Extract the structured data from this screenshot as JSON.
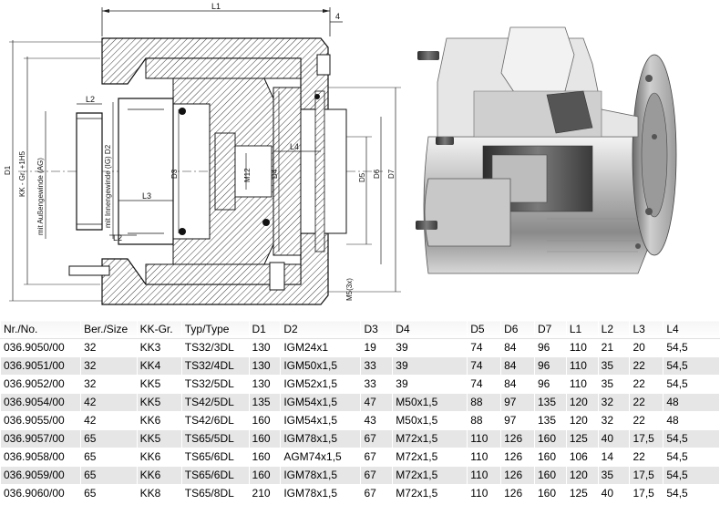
{
  "drawing": {
    "labels": {
      "L1": "L1",
      "L2_top": "L2",
      "L2_bottom": "L2",
      "L3": "L3",
      "L4": "L4",
      "four": "4",
      "D1": "D1",
      "D2_side": "mit Innengewinde (IG) D2",
      "outer_thread": "mit Außengewinde (AG)",
      "KK": "KK - Gr. +1H5",
      "D3": "D3",
      "D4": "D4",
      "D5": "D5",
      "D6": "D6",
      "D7": "D7",
      "M12": "M12",
      "M5": "M5(3x)"
    }
  },
  "table": {
    "headers": [
      "Nr./No.",
      "Ber./Size",
      "KK-Gr.",
      "Typ/Type",
      "D1",
      "D2",
      "D3",
      "D4",
      "D5",
      "D6",
      "D7",
      "L1",
      "L2",
      "L3",
      "L4"
    ],
    "rows": [
      [
        "036.9050/00",
        "32",
        "KK3",
        "TS32/3DL",
        "130",
        "IGM24x1",
        "19",
        "39",
        "74",
        "84",
        "96",
        "110",
        "21",
        "20",
        "54,5"
      ],
      [
        "036.9051/00",
        "32",
        "KK4",
        "TS32/4DL",
        "130",
        "IGM50x1,5",
        "33",
        "39",
        "74",
        "84",
        "96",
        "110",
        "35",
        "22",
        "54,5"
      ],
      [
        "036.9052/00",
        "32",
        "KK5",
        "TS32/5DL",
        "130",
        "IGM52x1,5",
        "33",
        "39",
        "74",
        "84",
        "96",
        "110",
        "35",
        "22",
        "54,5"
      ],
      [
        "036.9054/00",
        "42",
        "KK5",
        "TS42/5DL",
        "135",
        "IGM54x1,5",
        "47",
        "M50x1,5",
        "88",
        "97",
        "135",
        "120",
        "32",
        "22",
        "48"
      ],
      [
        "036.9055/00",
        "42",
        "KK6",
        "TS42/6DL",
        "160",
        "IGM54x1,5",
        "43",
        "M50x1,5",
        "88",
        "97",
        "135",
        "120",
        "32",
        "22",
        "48"
      ],
      [
        "036.9057/00",
        "65",
        "KK5",
        "TS65/5DL",
        "160",
        "IGM78x1,5",
        "67",
        "M72x1,5",
        "110",
        "126",
        "160",
        "125",
        "40",
        "17,5",
        "54,5"
      ],
      [
        "036.9058/00",
        "65",
        "KK6",
        "TS65/6DL",
        "160",
        "AGM74x1,5",
        "67",
        "M72x1,5",
        "110",
        "126",
        "160",
        "106",
        "14",
        "22",
        "54,5"
      ],
      [
        "036.9059/00",
        "65",
        "KK6",
        "TS65/6DL",
        "160",
        "IGM78x1,5",
        "67",
        "M72x1,5",
        "110",
        "126",
        "160",
        "120",
        "35",
        "17,5",
        "54,5"
      ],
      [
        "036.9060/00",
        "65",
        "KK8",
        "TS65/8DL",
        "210",
        "IGM78x1,5",
        "67",
        "M72x1,5",
        "110",
        "126",
        "160",
        "125",
        "40",
        "17,5",
        "54,5"
      ]
    ]
  }
}
